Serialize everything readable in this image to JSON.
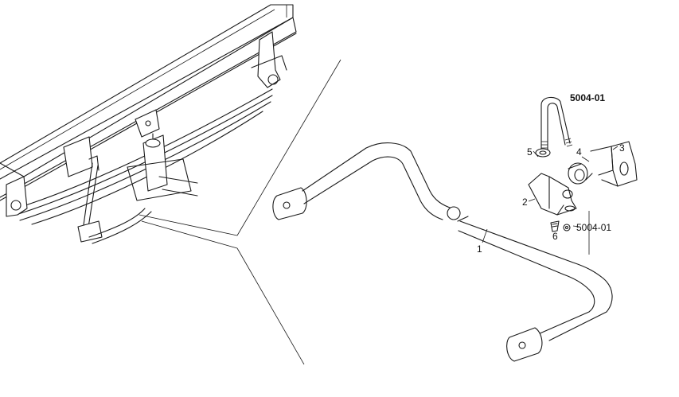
{
  "labels": {
    "part_1": "1",
    "part_2": "2",
    "part_3": "3",
    "part_4": "4",
    "part_5": "5",
    "part_6": "6",
    "ref_top": "5004-01",
    "ref_bottom": "5004-01"
  },
  "colors": {
    "line": "#1a1a1a",
    "background": "#ffffff"
  }
}
